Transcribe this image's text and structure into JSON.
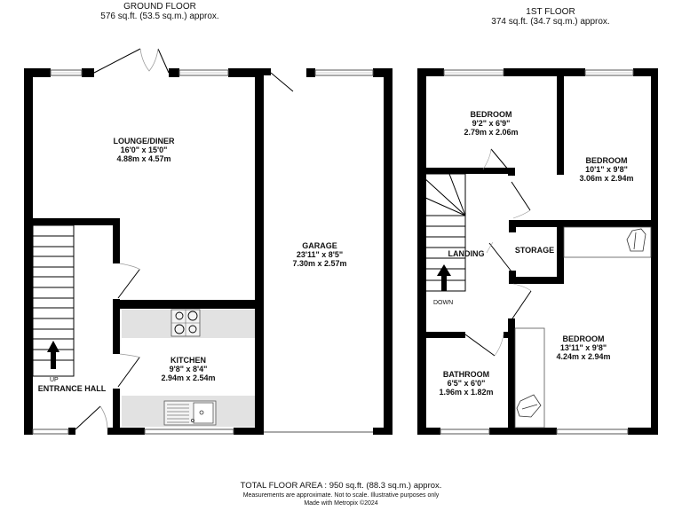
{
  "ground_floor": {
    "name": "GROUND FLOOR",
    "area": "576 sq.ft. (53.5 sq.m.) approx.",
    "rooms": [
      {
        "name": "LOUNGE/DINER",
        "imperial": "16'0\"  x 15'0\"",
        "metric": "4.88m  x 4.57m"
      },
      {
        "name": "GARAGE",
        "imperial": "23'11\"  x 8'5\"",
        "metric": "7.30m  x 2.57m"
      },
      {
        "name": "KITCHEN",
        "imperial": "9'8\"  x 8'4\"",
        "metric": "2.94m  x 2.54m"
      },
      {
        "name": "ENTRANCE HALL"
      }
    ],
    "stair_label": "UP"
  },
  "first_floor": {
    "name": "1ST FLOOR",
    "area": "374 sq.ft. (34.7 sq.m.) approx.",
    "rooms": [
      {
        "name": "BEDROOM",
        "imperial": "9'2\"  x 6'9\"",
        "metric": "2.79m  x 2.06m"
      },
      {
        "name": "BEDROOM",
        "imperial": "10'1\"  x 9'8\"",
        "metric": "3.06m  x 2.94m"
      },
      {
        "name": "LANDING"
      },
      {
        "name": "STORAGE"
      },
      {
        "name": "BEDROOM",
        "imperial": "13'11\"  x 9'8\"",
        "metric": "4.24m  x 2.94m"
      },
      {
        "name": "BATHROOM",
        "imperial": "6'5\"  x 6'0\"",
        "metric": "1.96m  x 1.82m"
      }
    ],
    "stair_label": "DOWN"
  },
  "footer": {
    "total": "TOTAL FLOOR AREA : 950 sq.ft. (88.3 sq.m.) approx.",
    "disclaimer": "Measurements are approximate.  Not to scale.  Illustrative purposes only",
    "credit": "Made with Metropix ©2024"
  },
  "colors": {
    "wall": "#000000",
    "worktop": "#e2e2e2",
    "window": "#ffffff",
    "door_arc": "#999999"
  }
}
